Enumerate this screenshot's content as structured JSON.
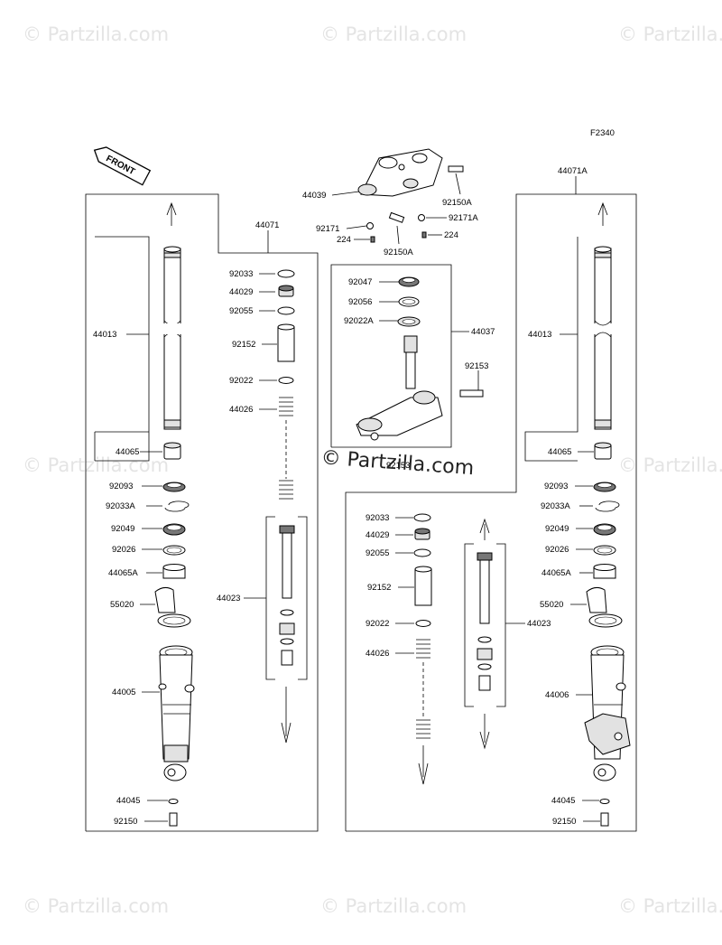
{
  "figure_code": "F2340",
  "front_arrow_text": "FRONT",
  "watermark_text": "© Partzilla.com",
  "center_watermark_text": "© Partzilla.com",
  "left_fork": {
    "assembly_label": "44071",
    "inner_assembly_label": "44023",
    "tube_label": "44013",
    "bushing_label": "44065",
    "labels": [
      "92093",
      "92033A",
      "92049",
      "92026",
      "44065A",
      "55020",
      "44005",
      "44045",
      "92150"
    ],
    "spring_parts": [
      "92033",
      "44029",
      "92055",
      "92152",
      "92022",
      "44026"
    ]
  },
  "right_fork": {
    "assembly_label": "44071A",
    "inner_assembly_label": "44023",
    "tube_label": "44013",
    "bushing_label": "44065",
    "labels": [
      "92093",
      "92033A",
      "92049",
      "92026",
      "44065A",
      "55020",
      "44006",
      "44045",
      "92150"
    ],
    "spring_parts": [
      "92033",
      "44029",
      "92055",
      "92152",
      "92022",
      "44026"
    ]
  },
  "top_bracket": {
    "labels": [
      "44039",
      "92150A",
      "92171",
      "224",
      "92150A",
      "92171A",
      "224"
    ]
  },
  "stem": {
    "assembly_label": "44037",
    "labels": [
      "92047",
      "92056",
      "92022A",
      "92153",
      "92153"
    ]
  }
}
